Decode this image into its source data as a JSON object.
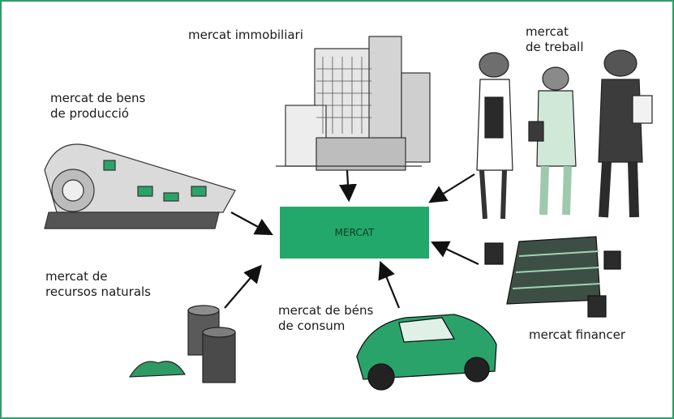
{
  "center": {
    "label": "MERCAT"
  },
  "markets": {
    "immobiliari": [
      "mercat  immobiliari"
    ],
    "treball": [
      "mercat",
      "de treball"
    ],
    "produccio": [
      "mercat de bens",
      "de producció"
    ],
    "recursos": [
      "mercat de",
      "recursos naturals"
    ],
    "consum": [
      "mercat de béns",
      "de consum"
    ],
    "financer": [
      "mercat financer"
    ]
  },
  "colors": {
    "accent": "#23a86c",
    "frame": "#2e9d6a"
  }
}
